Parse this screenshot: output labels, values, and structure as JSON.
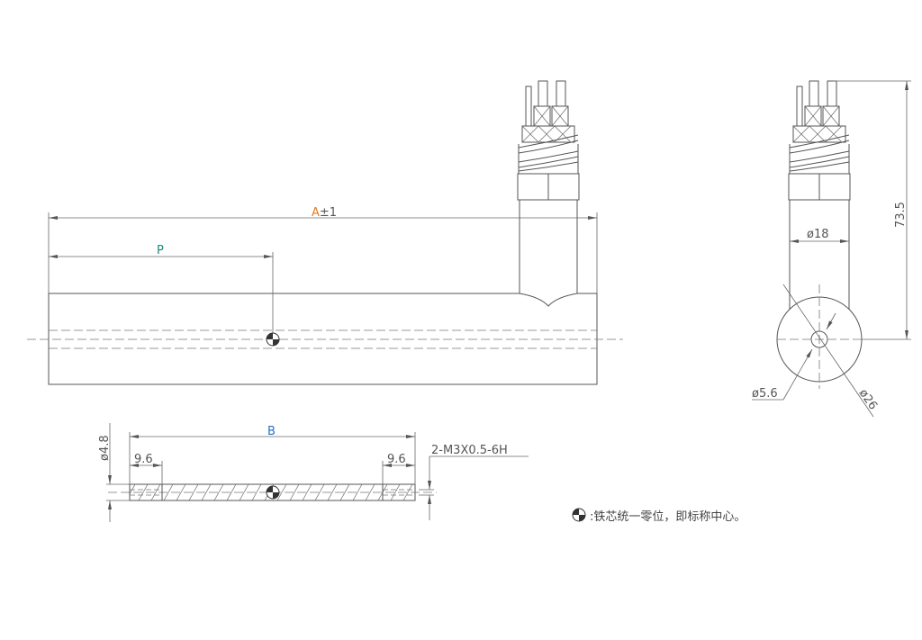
{
  "front_view": {
    "dim_a_letter": "A",
    "dim_a_tol": "±1",
    "dim_p": "P",
    "colors": {
      "A": "#e07b20",
      "P": "#1a8a7a",
      "B": "#2a6fc0"
    }
  },
  "side_view": {
    "dim_height": "73.5",
    "dim_lead_dia": "ø18",
    "dim_hole_dia": "ø5.6",
    "dim_outer_dia": "ø26"
  },
  "core_view": {
    "dim_b": "B",
    "dim_dia": "ø4.8",
    "dim_left_depth": "9.6",
    "dim_right_depth": "9.6",
    "thread_note": "2-M3X0.5-6H"
  },
  "legend": {
    "note": ":铁芯统一零位，即标称中心。"
  }
}
